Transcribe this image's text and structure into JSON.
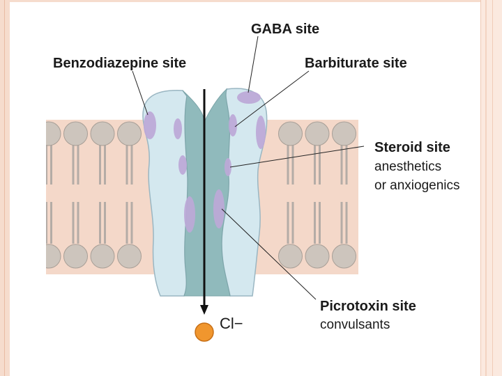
{
  "labels": {
    "gaba_site": "GABA site",
    "benzodiazepine_site": "Benzodiazepine site",
    "barbiturate_site": "Barbiturate site",
    "steroid_site": "Steroid site",
    "steroid_sub1": "anesthetics",
    "steroid_sub2": "or anxiogenics",
    "picrotoxin_site": "Picrotoxin site",
    "picrotoxin_sub": "convulsants",
    "ion": "Cl−"
  },
  "colors": {
    "membrane": "#f4d8c9",
    "lipid_head": "#cdc5bd",
    "lipid_tail": "#b4aca6",
    "channel_outer": "#cfe4ec",
    "channel_pore": "#8fb9bb",
    "site": "#bda9d8",
    "ion": "#f0962e",
    "leader": "#222222"
  }
}
